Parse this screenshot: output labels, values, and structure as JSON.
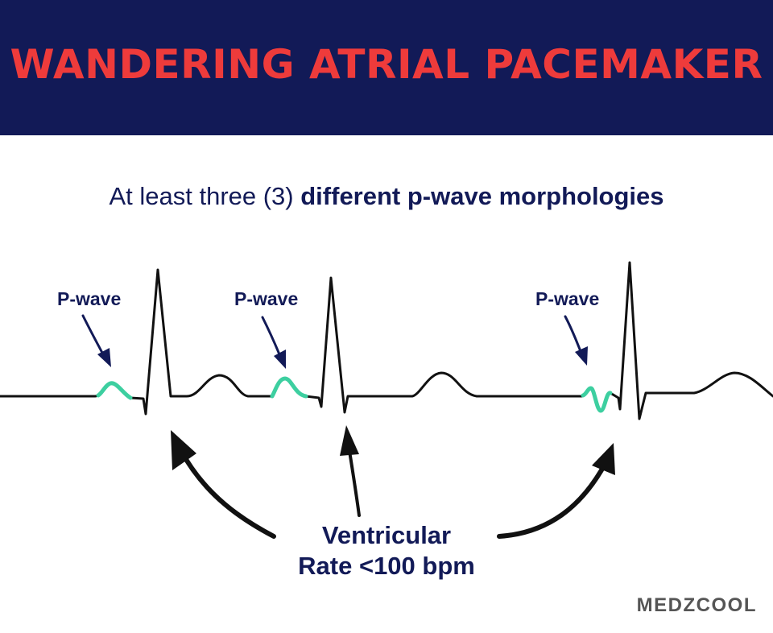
{
  "title": "WANDERING ATRIAL PACEMAKER",
  "subtitle": {
    "prefix": "At least three (3) ",
    "emphasis": "different p-wave morphologies"
  },
  "labels": {
    "p_wave_1": "P-wave",
    "p_wave_2": "P-wave",
    "p_wave_3": "P-wave"
  },
  "rate_label": {
    "line1": "Ventricular",
    "line2": "Rate <100 bpm"
  },
  "brand": "MEDZCOOL",
  "colors": {
    "header_bg": "#121a57",
    "title": "#ee3b3b",
    "text": "#121a57",
    "p_wave_highlight": "#3dcfa0",
    "ecg_trace": "#111111"
  }
}
